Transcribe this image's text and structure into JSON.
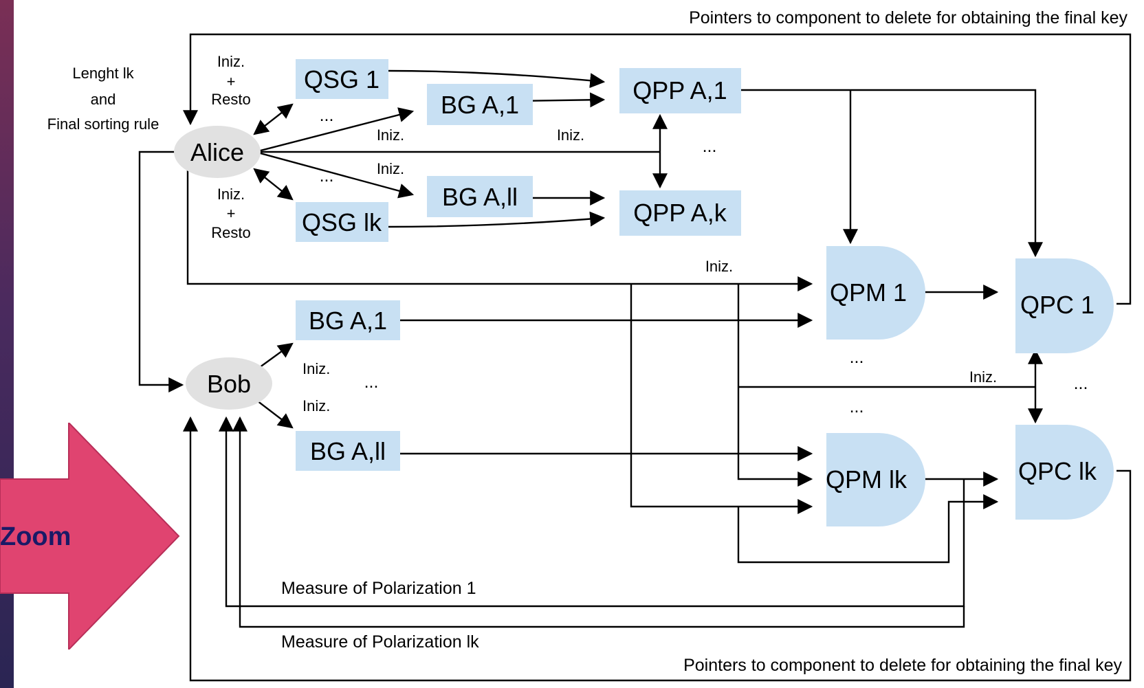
{
  "labels": {
    "top_pointer": "Pointers to component to delete for obtaining the final key",
    "bottom_pointer": "Pointers to component to delete for obtaining the final key",
    "alice_info_1": "Lenght lk",
    "alice_info_2": "and",
    "alice_info_3": "Final sorting rule",
    "iniz": "Iniz.",
    "plus": "+",
    "resto": "Resto",
    "ellipsis": "...",
    "measure_1": "Measure of Polarization 1",
    "measure_lk": "Measure of Polarization lk"
  },
  "nodes": {
    "alice": "Alice",
    "bob": "Bob",
    "qsg1": "QSG 1",
    "qsglk": "QSG lk",
    "bga1_top": "BG A,1",
    "bgall_top": "BG A,ll",
    "qppa1": "QPP A,1",
    "qppak": "QPP A,k",
    "bga1_bottom": "BG A,1",
    "bgall_bottom": "BG A,ll",
    "qpm1": "QPM 1",
    "qpmlk": "QPM lk",
    "qpc1": "QPC 1",
    "qpclk": "QPC lk"
  },
  "zoom_label": "Zoom",
  "colors": {
    "box_fill": "#c8e0f3",
    "ellipse_fill": "#e1e1e1",
    "zoom_arrow": "#e04470"
  }
}
